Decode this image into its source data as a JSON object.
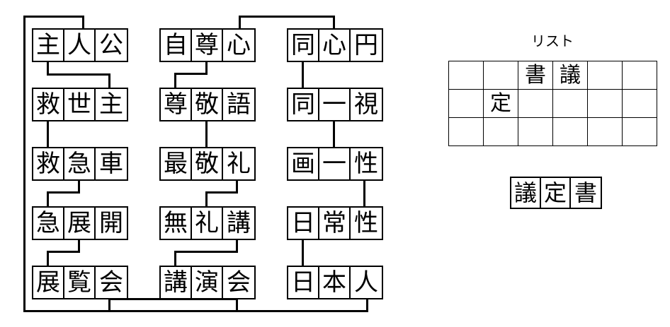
{
  "puzzle": {
    "columns": [
      {
        "id": "column-1",
        "words": [
          {
            "id": "w1",
            "text": "主人公",
            "chars": [
              "主",
              "人",
              "公"
            ]
          },
          {
            "id": "w2",
            "text": "救世主",
            "chars": [
              "救",
              "世",
              "主"
            ]
          },
          {
            "id": "w3",
            "text": "救急車",
            "chars": [
              "救",
              "急",
              "車"
            ]
          },
          {
            "id": "w4",
            "text": "急展開",
            "chars": [
              "急",
              "展",
              "開"
            ]
          },
          {
            "id": "w5",
            "text": "展覧会",
            "chars": [
              "展",
              "覧",
              "会"
            ]
          }
        ]
      },
      {
        "id": "column-2",
        "words": [
          {
            "id": "w6",
            "text": "自尊心",
            "chars": [
              "自",
              "尊",
              "心"
            ]
          },
          {
            "id": "w7",
            "text": "尊敬語",
            "chars": [
              "尊",
              "敬",
              "語"
            ]
          },
          {
            "id": "w8",
            "text": "最敬礼",
            "chars": [
              "最",
              "敬",
              "礼"
            ]
          },
          {
            "id": "w9",
            "text": "無礼講",
            "chars": [
              "無",
              "礼",
              "講"
            ]
          },
          {
            "id": "w10",
            "text": "講演会",
            "chars": [
              "講",
              "演",
              "会"
            ]
          }
        ]
      },
      {
        "id": "column-3",
        "words": [
          {
            "id": "w11",
            "text": "同心円",
            "chars": [
              "同",
              "心",
              "円"
            ]
          },
          {
            "id": "w12",
            "text": "同一視",
            "chars": [
              "同",
              "一",
              "視"
            ]
          },
          {
            "id": "w13",
            "text": "画一性",
            "chars": [
              "画",
              "一",
              "性"
            ]
          },
          {
            "id": "w14",
            "text": "日常性",
            "chars": [
              "日",
              "常",
              "性"
            ]
          },
          {
            "id": "w15",
            "text": "日本人",
            "chars": [
              "日",
              "本",
              "人"
            ]
          }
        ]
      }
    ]
  },
  "list": {
    "title": "リスト",
    "rows": [
      [
        "",
        "",
        "書",
        "議",
        "",
        ""
      ],
      [
        "",
        "定",
        "",
        "",
        "",
        ""
      ],
      [
        "",
        "",
        "",
        "",
        "",
        ""
      ]
    ]
  },
  "answer": {
    "text": "議定書",
    "chars": [
      "議",
      "定",
      "書"
    ]
  },
  "colors": {
    "line": "#000000",
    "background": "#ffffff"
  }
}
